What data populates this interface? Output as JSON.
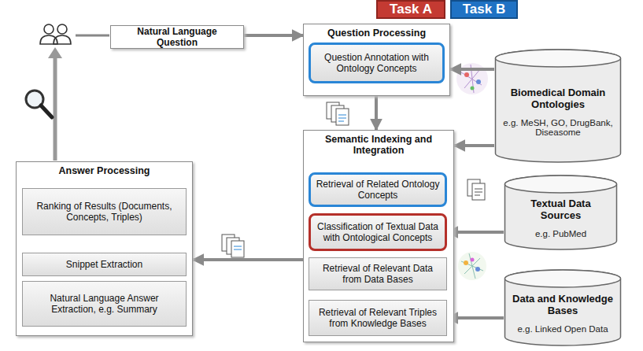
{
  "diagram": {
    "nodes": [
      {
        "text": [
          "Task A"
        ]
      },
      {
        "text": [
          "Task B"
        ]
      },
      {
        "text": [
          "Natural Language Question"
        ]
      },
      {
        "text": [
          "Question Processing"
        ]
      },
      {
        "text": [
          "Question Annotation with Ontology Concepts"
        ],
        "in": 3
      },
      {
        "text": [
          "Biomedical Domain Ontologies",
          "e.g. MeSH, GO, DrugBank, Diseasome"
        ]
      },
      {
        "text": [
          "Semantic Indexing and Integration"
        ]
      },
      {
        "text": [
          "Retrieval of Related Ontology Concepts"
        ],
        "in": 6
      },
      {
        "text": [
          "Classification of Textual Data with Ontological Concepts"
        ],
        "in": 6
      },
      {
        "text": [
          "Retrieval of Relevant Data from Data Bases"
        ],
        "in": 6
      },
      {
        "text": [
          "Retrieval of Relevant Triples from Knowledge Bases"
        ],
        "in": 6
      },
      {
        "text": [
          "Textual Data Sources",
          "e.g. PubMed"
        ]
      },
      {
        "text": [
          "Data and Knowledge Bases",
          "e.g. Linked Open Data"
        ]
      },
      {
        "text": [
          "Answer Processing"
        ]
      },
      {
        "text": [
          "Ranking of Results (Documents, Concepts, Triples)"
        ],
        "in": 13
      },
      {
        "text": [
          "Snippet Extraction"
        ],
        "in": 13
      },
      {
        "text": [
          "Natural Language Answer Extraction, e.g. Summary"
        ],
        "in": 13
      }
    ],
    "edges": [
      {
        "from": 2,
        "to": 3,
        "arrow": "to"
      },
      {
        "from": 5,
        "to": 3,
        "arrow": "to"
      },
      {
        "from": 3,
        "to": 6,
        "arrow": "to"
      },
      {
        "from": 5,
        "to": 6,
        "arrow": "to"
      },
      {
        "from": 11,
        "to": 8,
        "arrow": "to"
      },
      {
        "from": 12,
        "to": 10,
        "arrow": "to"
      },
      {
        "from": 9,
        "to": 10,
        "arrow": "to"
      },
      {
        "from": 6,
        "to": 13,
        "arrow": "to"
      }
    ]
  }
}
